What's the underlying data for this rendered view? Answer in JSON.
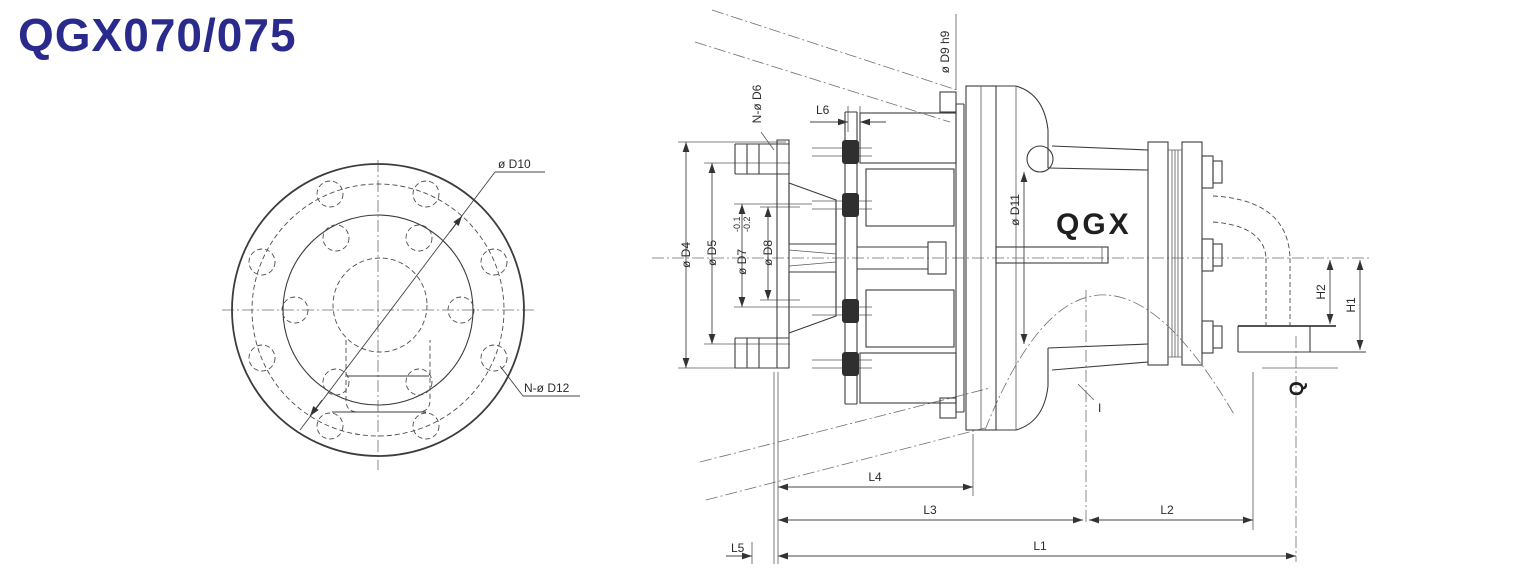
{
  "title": "QGX070/075",
  "colors": {
    "accent": "#2a2a8c",
    "line": "#3c3c3c"
  },
  "brand_mark": "QGX",
  "front_view": {
    "labels": {
      "bolt_circle_dia": "ø D10",
      "bolt_holes": "N-ø D12"
    }
  },
  "section_view": {
    "labels": {
      "d4": "ø D4",
      "d5": "ø D5",
      "d7": "ø D7",
      "d7_tol_upper": "-0.1",
      "d7_tol_lower": "-0.2",
      "d8": "ø D8",
      "d6": "N-ø D6",
      "d9": "ø D9 h9",
      "d11": "ø D11",
      "l1": "L1",
      "l2": "L2",
      "l3": "L3",
      "l4": "L4",
      "l5": "L5",
      "l6": "L6",
      "h1": "H1",
      "h2": "H2",
      "q": "Q",
      "i": "I"
    }
  }
}
